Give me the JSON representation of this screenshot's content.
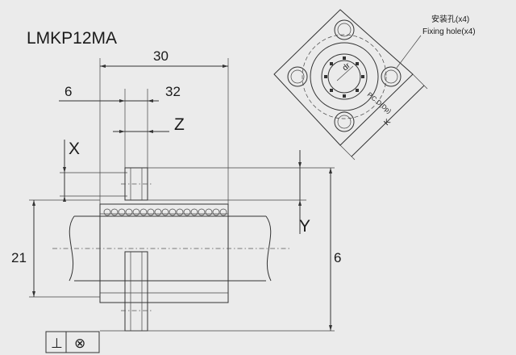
{
  "title": "LMKP12MA",
  "dimensions": {
    "overall_length": "30",
    "left_offset": "6",
    "flange_width": "32",
    "flange_thickness": "Z",
    "vertical_offset": "X",
    "height_offset": "Y",
    "shaft_diameter": "21",
    "right_height": "6",
    "inner_diameter": "dr",
    "pcd": "P.C.D(Dp)",
    "square": "K"
  },
  "callout": {
    "cn": "安装孔(x4)",
    "en": "Fixing hole(x4)"
  },
  "tolerance_symbols": [
    "⊥",
    "⊗"
  ]
}
